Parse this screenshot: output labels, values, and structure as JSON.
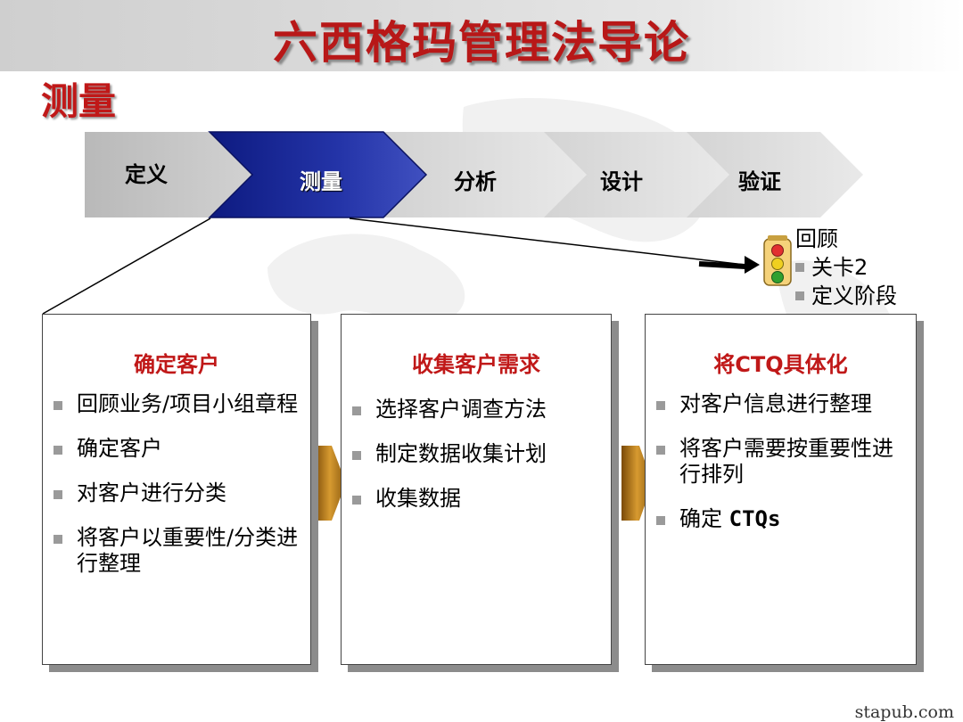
{
  "title": "六西格玛管理法导论",
  "subtitle": "测量",
  "steps": [
    "定义",
    "测量",
    "分析",
    "设计",
    "验证"
  ],
  "active_step": 1,
  "review": {
    "heading": "回顾",
    "items": [
      "关卡2",
      "定义阶段"
    ]
  },
  "cards": [
    {
      "title": "确定客户",
      "items": [
        "回顾业务/项目小组章程",
        "确定客户",
        "对客户进行分类",
        "将客户以重要性/分类进行整理"
      ]
    },
    {
      "title": "收集客户需求",
      "items": [
        "选择客户调查方法",
        "制定数据收集计划",
        "收集数据"
      ]
    },
    {
      "title": "将CTQ具体化",
      "items": [
        "对客户信息进行整理",
        "将客户需要按重要性进行排列"
      ],
      "last_item": {
        "prefix": "确定 ",
        "code": "CTQs"
      }
    }
  ],
  "colors": {
    "title_red": "#b81818",
    "active_step": "#1a2a9a",
    "arrow_gold": "#b8860b"
  },
  "credit": "stapub.com"
}
